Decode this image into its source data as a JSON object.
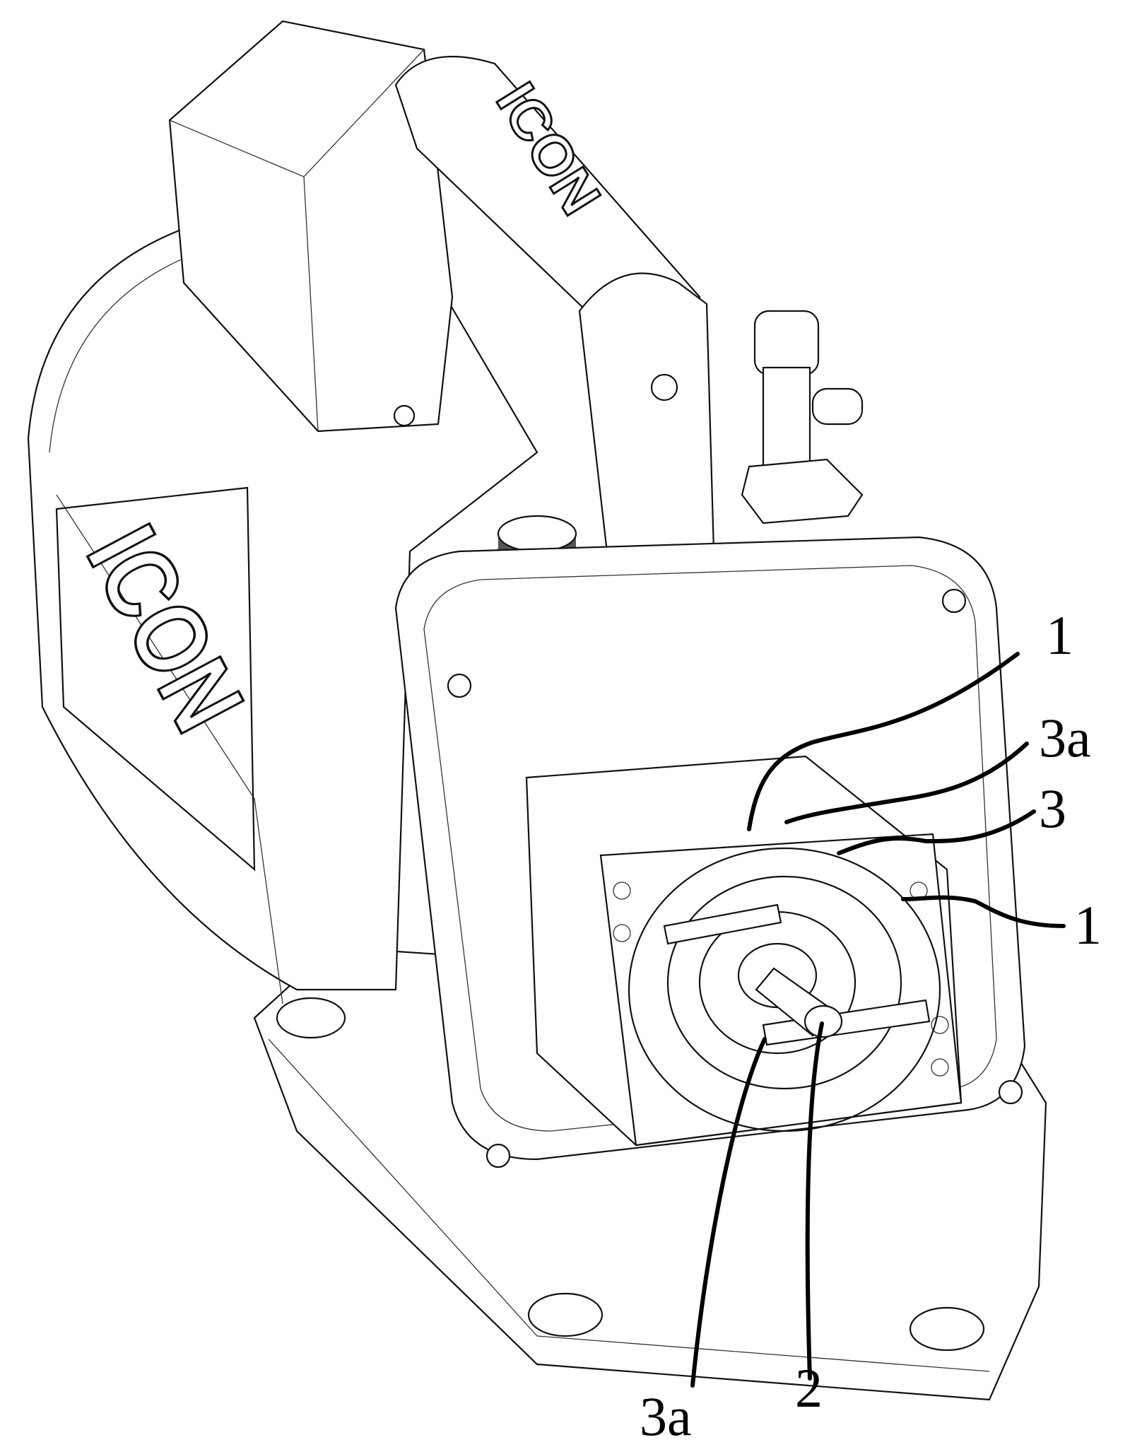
{
  "figure": {
    "brand_logo_side": "ICON",
    "brand_logo_handle": "ICON",
    "reference_labels": [
      {
        "id": "label-1-top",
        "text": "1"
      },
      {
        "id": "label-3a-right",
        "text": "3a"
      },
      {
        "id": "label-3-right",
        "text": "3"
      },
      {
        "id": "label-1-right",
        "text": "1"
      },
      {
        "id": "label-3a-bottom",
        "text": "3a"
      },
      {
        "id": "label-2-bottom",
        "text": "2"
      }
    ]
  }
}
